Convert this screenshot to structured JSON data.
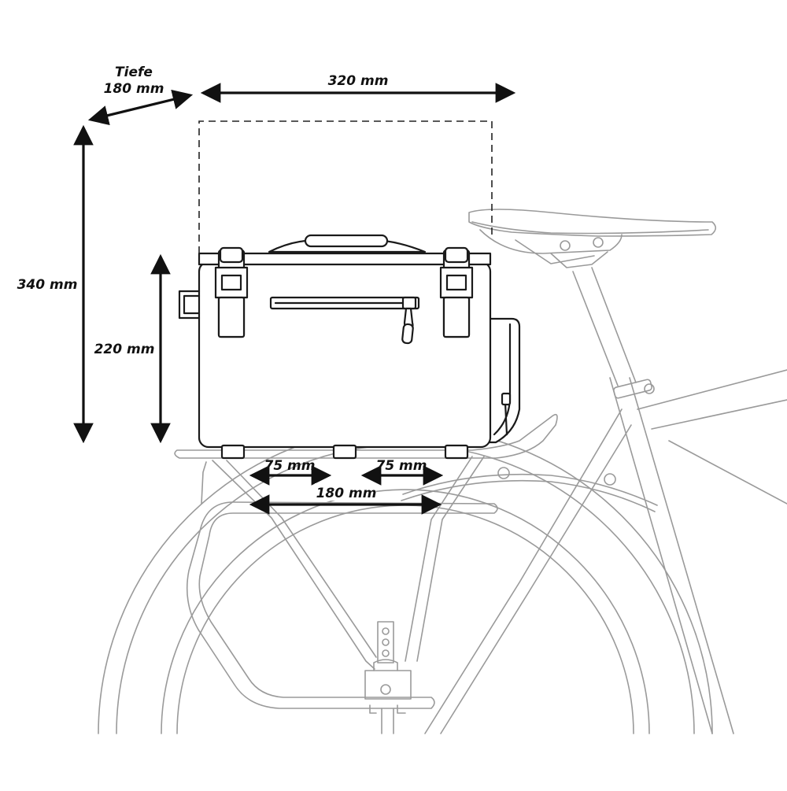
{
  "dimensions": {
    "depth_label": "Tiefe",
    "depth_value": "180 mm",
    "width": "320 mm",
    "total_height": "340 mm",
    "bag_height": "220 mm",
    "foot_spacing_left": "75 mm",
    "foot_spacing_right": "75 mm",
    "foot_span": "180 mm"
  },
  "colors": {
    "bike_line": "#9a9a9a",
    "bag_line": "#1a1a1a",
    "dimension_line": "#111111"
  }
}
